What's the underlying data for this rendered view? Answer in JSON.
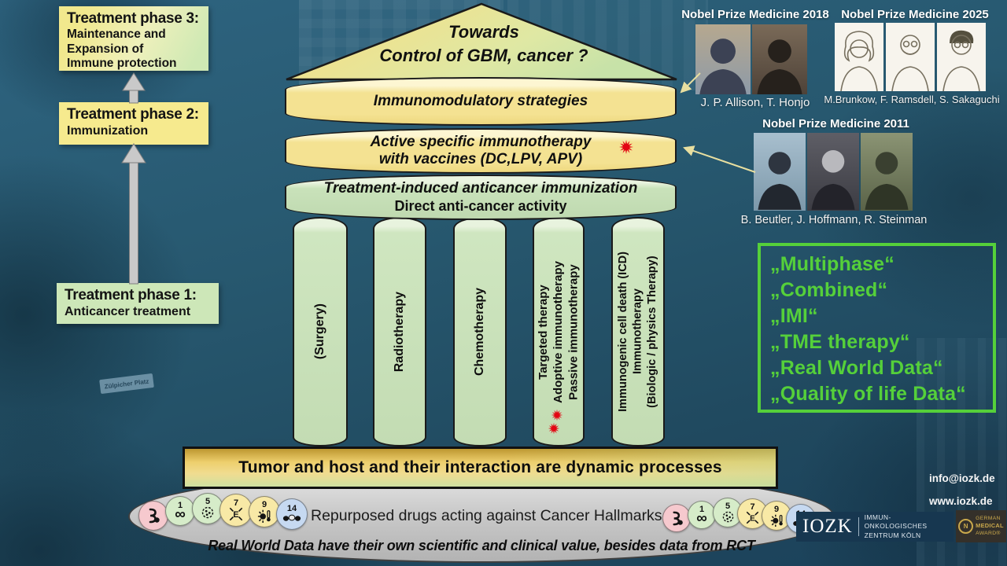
{
  "background": {
    "street_sign": "Zülpicher Platz"
  },
  "colors": {
    "band_yellow": "#f2df8e",
    "band_green": "#c3deb5",
    "pillar_green": "#cfe6c2",
    "quote_green": "#55d03a",
    "star_red": "#e30613",
    "banner_gold": "#eecf6d",
    "backdrop_blue": "#27586f",
    "platform_gray": "#cacaca"
  },
  "phases": [
    {
      "title": "Treatment phase 3:",
      "lines": [
        "Maintenance and",
        "Expansion of",
        "Immune protection"
      ]
    },
    {
      "title": "Treatment phase 2:",
      "lines": [
        "Immunization"
      ]
    },
    {
      "title": "Treatment phase 1:",
      "lines": [
        "Anticancer treatment"
      ]
    }
  ],
  "temple": {
    "roof_line1": "Towards",
    "roof_line2": "Control of GBM, cancer ?",
    "band1": "Immunomodulatory strategies",
    "band2_line1": "Active specific immunotherapy",
    "band2_line2": "with vaccines (DC,LPV, APV)",
    "band3_line1": "Treatment-induced anticancer immunization",
    "band3_line2": "Direct anti-cancer activity",
    "banner": "Tumor and host and their interaction are dynamic processes"
  },
  "pillars": [
    {
      "lines": [
        "(Surgery)"
      ]
    },
    {
      "lines": [
        "Radiotherapy"
      ]
    },
    {
      "lines": [
        "Chemotherapy"
      ]
    },
    {
      "lines": [
        "Targeted therapy",
        "Adoptive immunotherapy",
        "Passive immunotherapy"
      ]
    },
    {
      "lines": [
        "Immunogenic cell death (ICD)",
        "Immunotherapy",
        "(Biologic / physics Therapy)"
      ]
    }
  ],
  "nobel": [
    {
      "title": "Nobel Prize Medicine 2018",
      "caption": "J. P. Allison, T. Honjo"
    },
    {
      "title": "Nobel Prize Medicine 2025",
      "caption": "M.Brunkow, F. Ramsdell, S. Sakaguchi"
    },
    {
      "title": "Nobel Prize Medicine 2011",
      "caption": "B. Beutler, J. Hoffmann, R. Steinman"
    }
  ],
  "quote_box": {
    "lines": [
      "„Multiphase“",
      "„Combined“",
      "„IMI“",
      "„TME therapy“",
      "„Real World Data“",
      "„Quality of life Data“"
    ]
  },
  "hallmarks": {
    "caption": "Repurposed drugs acting against Cancer Hallmarks",
    "items": [
      {
        "number": "",
        "icon": "gut-microbiome-icon"
      },
      {
        "number": "1",
        "icon": "infinity-icon"
      },
      {
        "number": "5",
        "icon": "cell-icon"
      },
      {
        "number": "7",
        "icon": "energy-E-icon"
      },
      {
        "number": "9",
        "icon": "inflammation-icon"
      },
      {
        "number": "14",
        "icon": "pills-icon"
      }
    ],
    "infinity_glyph": "∞"
  },
  "footer_note": "Real World Data have their own scientific and clinical value, besides data from RCT",
  "contact": {
    "email": "info@iozk.de",
    "web": "www.iozk.de"
  },
  "logos": {
    "iozk": "IOZK",
    "iozk_sub1": "IMMUN-ONKOLOGISCHES",
    "iozk_sub2": "ZENTRUM KÖLN",
    "gma_ring": "N",
    "gma1": "GERMAN",
    "gma2": "MEDICAL",
    "gma3": "AWARD®"
  }
}
